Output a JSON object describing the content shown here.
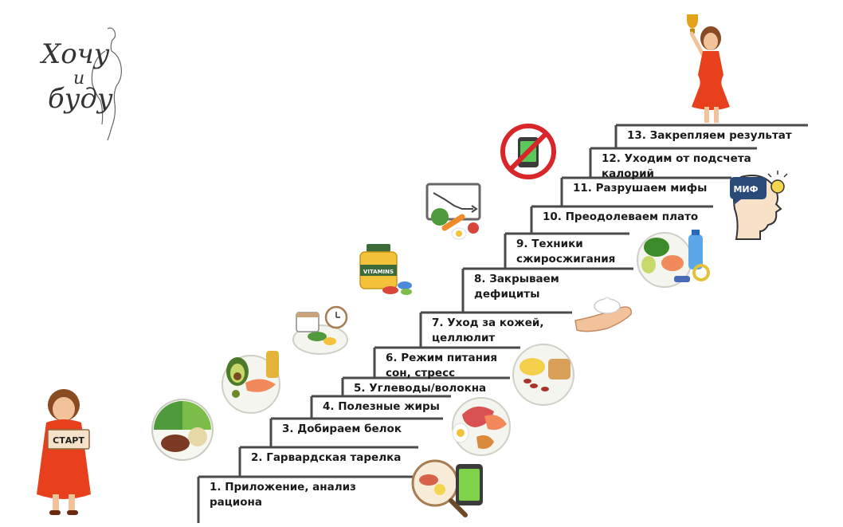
{
  "logo": {
    "line1": "Хочу",
    "line2": "и",
    "line3": "буду"
  },
  "start_sign": "СТАРТ",
  "myth_badge": "МИФ",
  "vitamins_label": "VITAMINS",
  "steps": [
    {
      "line1": "1. Приложение, анализ",
      "line2": "рациона"
    },
    {
      "line1": "2. Гарвардская тарелка",
      "line2": ""
    },
    {
      "line1": "3. Добираем белок",
      "line2": ""
    },
    {
      "line1": "4. Полезные жиры",
      "line2": ""
    },
    {
      "line1": "5. Углеводы/волокна",
      "line2": ""
    },
    {
      "line1": "6. Режим питания",
      "line2": "сон, стресс"
    },
    {
      "line1": "7. Уход за кожей,",
      "line2": "целлюлит"
    },
    {
      "line1": "8. Закрываем",
      "line2": "дефициты"
    },
    {
      "line1": "9. Техники",
      "line2": "сжиросжигания"
    },
    {
      "line1": "10. Преодолеваем плато",
      "line2": ""
    },
    {
      "line1": "11. Разрушаем мифы",
      "line2": ""
    },
    {
      "line1": "12. Уходим от подсчета",
      "line2": "калорий"
    },
    {
      "line1": "13. Закрепляем результат",
      "line2": ""
    }
  ],
  "colors": {
    "stairs": "#4a4a4a",
    "dress": "#e8401c",
    "skin": "#f2c29a",
    "hair": "#8a4a22"
  }
}
